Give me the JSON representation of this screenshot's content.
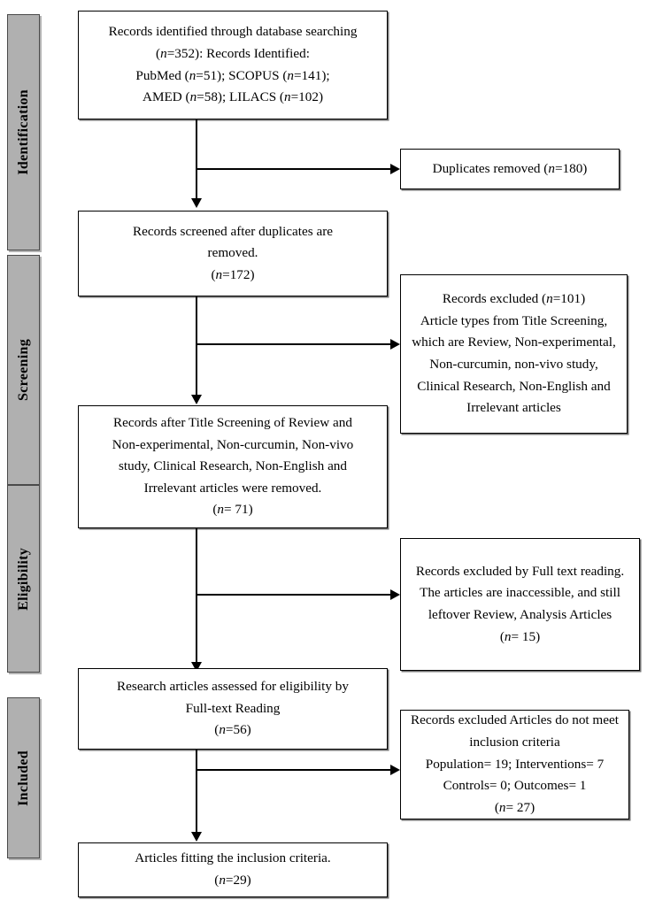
{
  "diagram": {
    "title": "PRISMA study selection flow diagram",
    "colors": {
      "stage_fill": "#b0b0b0",
      "stage_border": "#4a4a4a",
      "box_border": "#000000",
      "connector": "#000000",
      "background": "#ffffff"
    }
  },
  "stages": [
    {
      "id": "identification",
      "label": "Identification"
    },
    {
      "id": "screening",
      "label": "Screening"
    },
    {
      "id": "eligibility",
      "label": "Eligibility"
    },
    {
      "id": "included",
      "label": "Included"
    }
  ],
  "main_boxes": [
    {
      "id": "records-identified",
      "lines": [
        "Records identified through database searching",
        "(n=352): Records Identified:",
        "PubMed (n=51); SCOPUS (n=141);",
        "AMED (n=58); LILACS (n=102)"
      ],
      "count": 352,
      "sources": [
        {
          "name": "PubMed",
          "n": 51
        },
        {
          "name": "SCOPUS",
          "n": 141
        },
        {
          "name": "AMED",
          "n": 58
        },
        {
          "name": "LILACS",
          "n": 102
        }
      ]
    },
    {
      "id": "records-screened",
      "lines": [
        "Records screened after duplicates are",
        "removed.",
        "(n=172)"
      ],
      "count": 172
    },
    {
      "id": "records-after-title-screening",
      "lines": [
        "Records after Title Screening of Review and",
        "Non-experimental, Non-curcumin, Non-vivo",
        "study, Clinical Research, Non-English and",
        "Irrelevant articles were removed.",
        "(n= 71)"
      ],
      "count": 71
    },
    {
      "id": "articles-assessed-eligibility",
      "lines": [
        "Research articles assessed for eligibility by",
        "Full-text Reading",
        "(n=56)"
      ],
      "count": 56
    },
    {
      "id": "articles-included",
      "lines": [
        "Articles fitting the inclusion criteria.",
        "(n=29)"
      ],
      "count": 29
    }
  ],
  "side_boxes": [
    {
      "id": "duplicates-removed",
      "lines": [
        "Duplicates removed (n=180)"
      ],
      "count": 180
    },
    {
      "id": "excluded-title-screening",
      "lines": [
        "Records excluded (n=101)",
        "Article types from Title Screening, which are Review, Non-experimental, Non-curcumin, non-vivo study, Clinical Research, Non-English and Irrelevant articles"
      ],
      "count": 101
    },
    {
      "id": "excluded-full-text",
      "lines": [
        "Records excluded by Full text reading. The articles are inaccessible, and still leftover Review, Analysis Articles",
        "(n= 15)"
      ],
      "count": 15
    },
    {
      "id": "excluded-inclusion-criteria",
      "lines": [
        "Records excluded Articles do not meet inclusion criteria",
        "Population= 19; Interventions= 7",
        "Controls= 0; Outcomes= 1",
        "(n= 27)"
      ],
      "count": 27,
      "reasons": [
        {
          "name": "Population",
          "n": 19
        },
        {
          "name": "Interventions",
          "n": 7
        },
        {
          "name": "Controls",
          "n": 0
        },
        {
          "name": "Outcomes",
          "n": 1
        }
      ]
    }
  ]
}
